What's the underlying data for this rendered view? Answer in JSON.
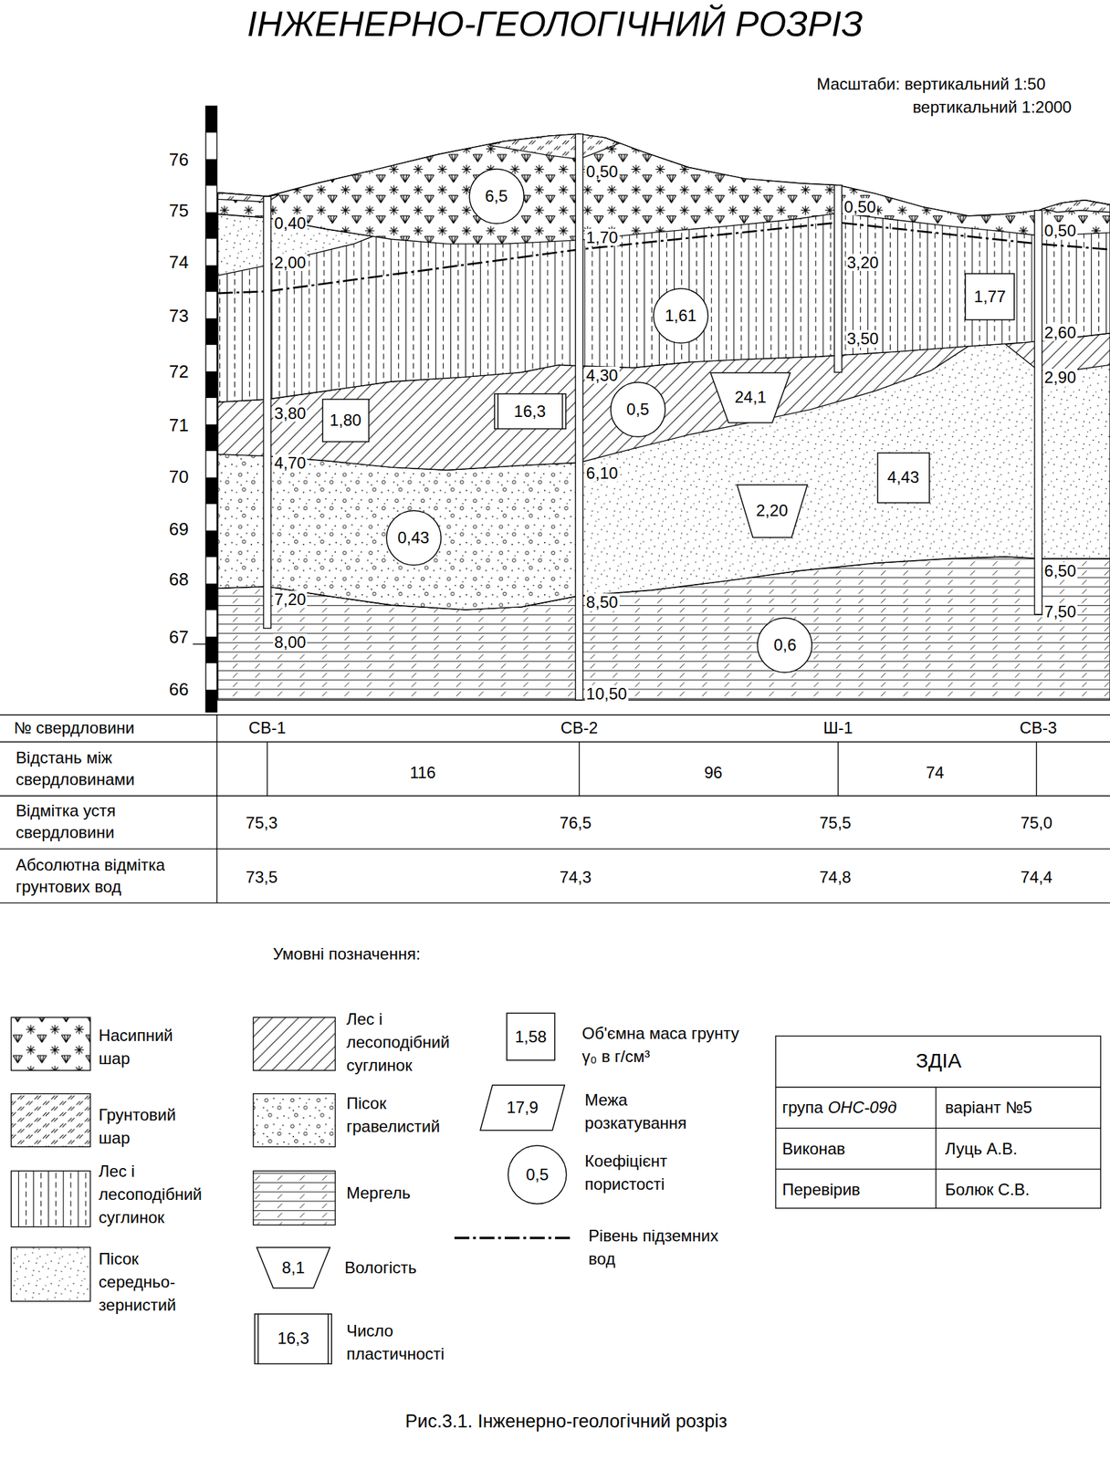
{
  "diagram": {
    "title": "ІНЖЕНЕРНО-ГЕОЛОГІЧНИЙ РОЗРІЗ",
    "caption": "Рис.3.1. Інженерно-геологічний розріз",
    "nodes": [
      {
        "text": [
          "6,5"
        ]
      },
      {
        "text": [
          "1,77"
        ]
      },
      {
        "text": [
          "1,61"
        ]
      },
      {
        "text": [
          "24,1"
        ]
      },
      {
        "text": [
          "0,5"
        ]
      },
      {
        "text": [
          "16,3"
        ]
      },
      {
        "text": [
          "1,80"
        ]
      },
      {
        "text": [
          "4,43"
        ]
      },
      {
        "text": [
          "2,20"
        ]
      },
      {
        "text": [
          "0,43"
        ]
      },
      {
        "text": [
          "0,6"
        ]
      },
      {
        "text": [
          "1,58"
        ]
      },
      {
        "text": [
          "17,9"
        ]
      },
      {
        "text": [
          "8,1"
        ]
      },
      {
        "text": [
          "0,5"
        ]
      },
      {
        "text": [
          "16,3"
        ]
      }
    ],
    "labels": [
      "Масштаби: вертикальний 1:50",
      "вертикальний 1:2000",
      "76",
      "75",
      "74",
      "73",
      "72",
      "71",
      "70",
      "69",
      "68",
      "67",
      "66",
      "0,40",
      "2,00",
      "3,80",
      "4,70",
      "7,20",
      "8,00",
      "0,50",
      "1,70",
      "4,30",
      "6,10",
      "8,50",
      "10,50",
      "0,50",
      "3,20",
      "3,50",
      "0,50",
      "2,60",
      "2,90",
      "6,50",
      "7,50",
      "№ свердловини",
      "СВ-1",
      "СВ-2",
      "Ш-1",
      "СВ-3",
      "Відстань між свердловинами",
      "116",
      "96",
      "74",
      "Відмітка устя свердловини",
      "75,3",
      "76,5",
      "75,5",
      "75,0",
      "Абсолютна відмітка грунтових вод",
      "73,5",
      "74,3",
      "74,8",
      "74,4",
      "Умовні позначення:",
      "ЗДІА",
      "група",
      "ОНС-09д",
      "варіант №5",
      "Виконав",
      "Луць А.В.",
      "Перевірив",
      "Болюк С.В."
    ],
    "legend": [
      {
        "text": "Насипний шар"
      },
      {
        "text": "Грунтовий шар"
      },
      {
        "text": "Лес і лесоподібний суглинок"
      },
      {
        "text": "Пісок середньо-зернистий"
      },
      {
        "text": "Лес і лесоподібний суглинок"
      },
      {
        "text": "Пісок гравелистий"
      },
      {
        "text": "Мергель"
      },
      {
        "text": "Вологість"
      },
      {
        "text": "Число пластичності"
      },
      {
        "text": "Об'ємна маса грунту γ₀ в г/см³"
      },
      {
        "text": "Межа розкатування"
      },
      {
        "text": "Коефіцієнт пористості"
      },
      {
        "text": "Рівень підземних вод"
      }
    ]
  }
}
